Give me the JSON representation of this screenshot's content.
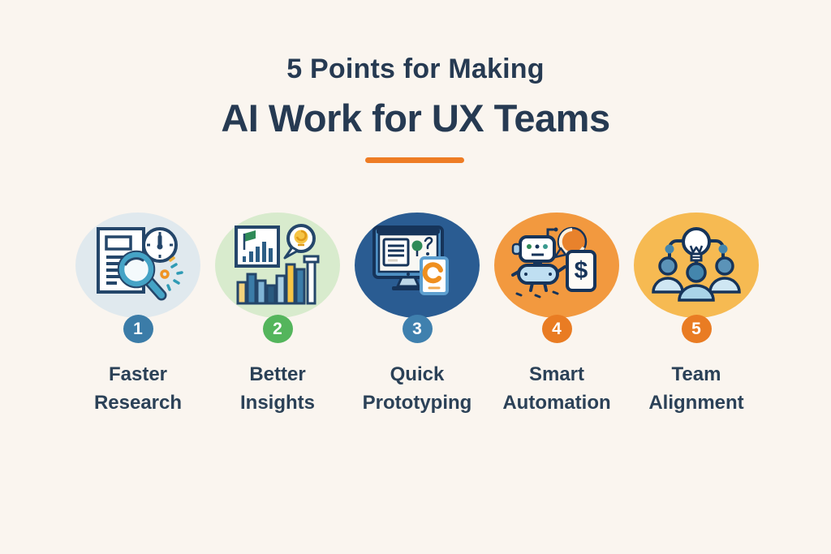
{
  "page": {
    "background": "#faf5ef"
  },
  "title": {
    "line1": "5 Points for Making",
    "line2": "AI Work for UX Teams",
    "text_color": "#263a52",
    "divider_color": "#ee7c24"
  },
  "label_color": "#2b4157",
  "items": [
    {
      "number": "1",
      "label_line1": "Faster",
      "label_line2": "Research",
      "icon": "research-icon",
      "circle_color": "#e0e9ee",
      "badge_color": "#3b7ca8"
    },
    {
      "number": "2",
      "label_line1": "Better",
      "label_line2": "Insights",
      "icon": "insights-icon",
      "circle_color": "#d8ebcd",
      "badge_color": "#54b55c"
    },
    {
      "number": "3",
      "label_line1": "Quick",
      "label_line2": "Prototyping",
      "icon": "prototyping-icon",
      "circle_color": "#2a5c92",
      "badge_color": "#3f80ae"
    },
    {
      "number": "4",
      "label_line1": "Smart",
      "label_line2": "Automation",
      "icon": "automation-icon",
      "icon_text": "$",
      "circle_color": "#f2993f",
      "badge_color": "#e97c23"
    },
    {
      "number": "5",
      "label_line1": "Team",
      "label_line2": "Alignment",
      "icon": "alignment-icon",
      "circle_color": "#f6ba52",
      "badge_color": "#e97c23"
    }
  ]
}
